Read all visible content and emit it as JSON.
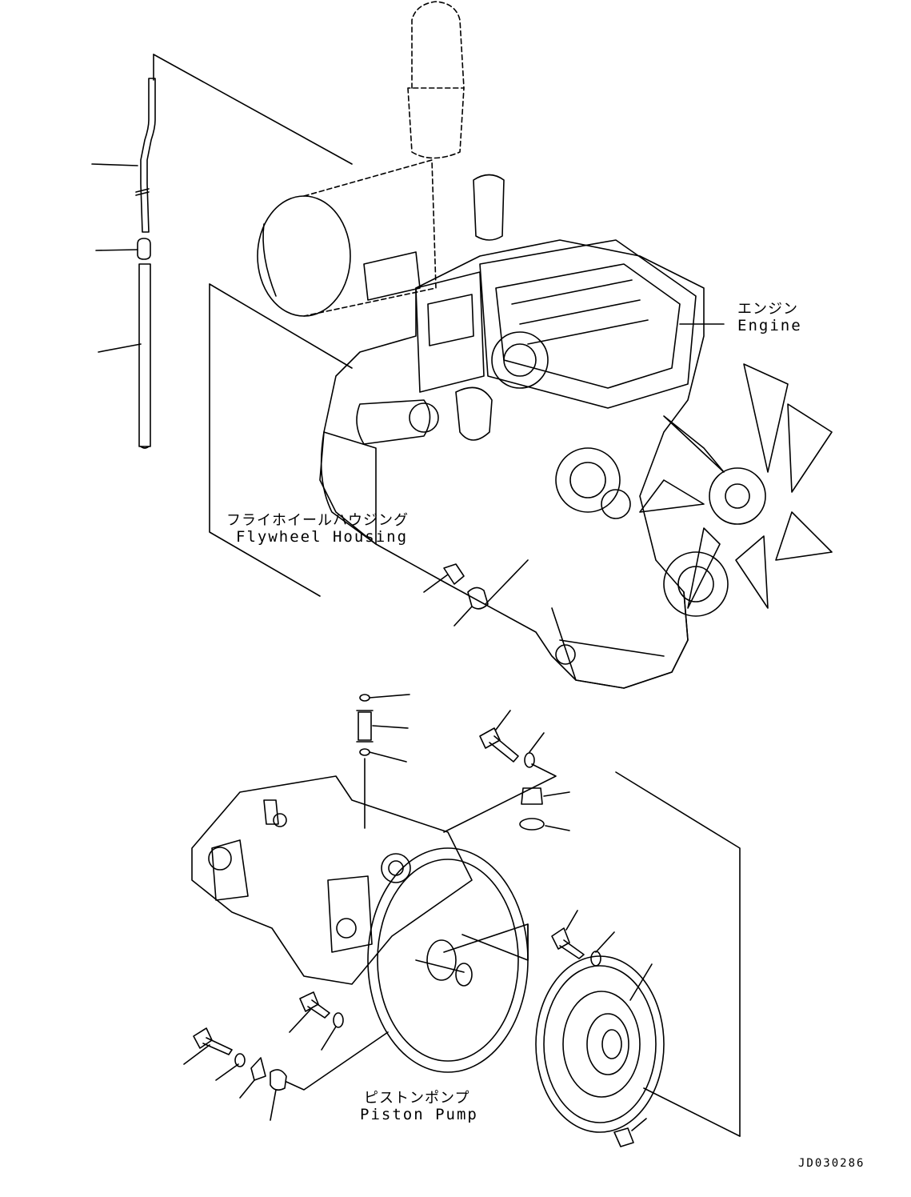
{
  "labels": {
    "engine_jp": "エンジン",
    "engine_en": "Engine",
    "flywheel_jp": "フライホイールハウジング",
    "flywheel_en": "Flywheel Housing",
    "pump_jp": "ピストンポンプ",
    "pump_en": "Piston Pump",
    "drawing_id": "JD030286"
  },
  "colors": {
    "line": "#000000",
    "background": "#ffffff"
  }
}
